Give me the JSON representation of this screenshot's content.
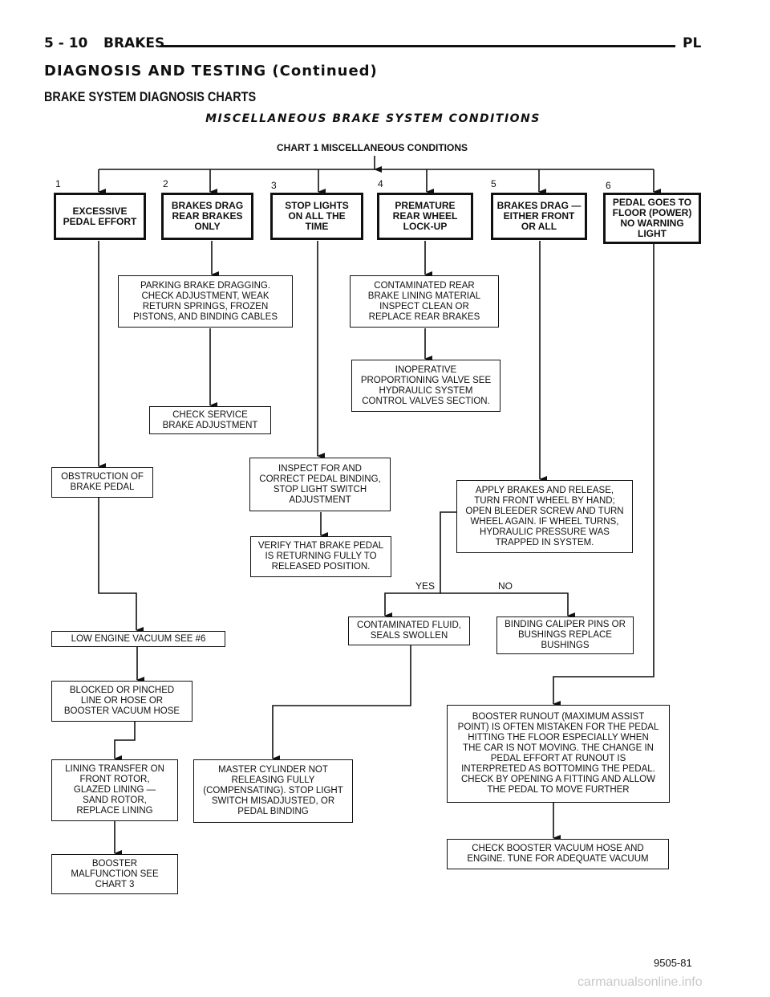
{
  "header": {
    "page": "5 - 10",
    "section": "BRAKES",
    "model": "PL"
  },
  "section_title": "DIAGNOSIS AND TESTING (Continued)",
  "subtitle": "BRAKE SYSTEM DIAGNOSIS CHARTS",
  "chart_heading": "MISCELLANEOUS BRAKE SYSTEM CONDITIONS",
  "chart_title": "CHART 1  MISCELLANEOUS CONDITIONS",
  "condition_numbers": [
    "1",
    "2",
    "3",
    "4",
    "5",
    "6"
  ],
  "conditions": [
    "EXCESSIVE\nPEDAL EFFORT",
    "BRAKES DRAG\nREAR BRAKES\nONLY",
    "STOP LIGHTS\nON ALL THE\nTIME",
    "PREMATURE\nREAR WHEEL\nLOCK-UP",
    "BRAKES DRAG —\nEITHER FRONT\nOR ALL",
    "PEDAL GOES TO\nFLOOR (POWER)\nNO WARNING\nLIGHT"
  ],
  "steps": {
    "parking_brake": "PARKING BRAKE DRAGGING.\nCHECK ADJUSTMENT, WEAK\nRETURN SPRINGS, FROZEN\nPISTONS, AND BINDING CABLES",
    "check_service": "CHECK SERVICE\nBRAKE ADJUSTMENT",
    "contaminated_rear": "CONTAMINATED REAR\nBRAKE LINING MATERIAL\nINSPECT CLEAN OR\nREPLACE REAR BRAKES",
    "inoperative_prop": "INOPERATIVE\nPROPORTIONING VALVE SEE\nHYDRAULIC SYSTEM\nCONTROL VALVES SECTION.",
    "obstruction": "OBSTRUCTION OF\nBRAKE PEDAL",
    "inspect_pedal": "INSPECT FOR AND\nCORRECT PEDAL BINDING,\nSTOP LIGHT SWITCH\nADJUSTMENT",
    "verify_pedal": "VERIFY THAT BRAKE PEDAL\nIS RETURNING FULLY TO\nRELEASED POSITION.",
    "apply_brakes": "APPLY BRAKES AND RELEASE,\nTURN FRONT WHEEL BY HAND;\nOPEN BLEEDER SCREW AND TURN\nWHEEL AGAIN. IF WHEEL TURNS,\nHYDRAULIC PRESSURE WAS\nTRAPPED IN SYSTEM.",
    "low_vacuum": "LOW ENGINE VACUUM SEE #6",
    "contaminated_fluid": "CONTAMINATED FLUID,\nSEALS SWOLLEN",
    "binding_caliper": "BINDING CALIPER PINS OR\nBUSHINGS REPLACE\nBUSHINGS",
    "blocked_line": "BLOCKED OR PINCHED\nLINE OR HOSE OR\nBOOSTER VACUUM HOSE",
    "booster_runout": "BOOSTER RUNOUT (MAXIMUM ASSIST\nPOINT) IS OFTEN MISTAKEN FOR THE PEDAL\nHITTING THE FLOOR ESPECIALLY WHEN\nTHE CAR IS NOT MOVING. THE CHANGE IN\nPEDAL EFFORT AT RUNOUT IS\nINTERPRETED AS BOTTOMING THE PEDAL.\nCHECK BY OPENING A FITTING AND ALLOW\nTHE PEDAL TO MOVE FURTHER",
    "lining_transfer": "LINING TRANSFER ON\nFRONT ROTOR,\nGLAZED LINING —\nSAND ROTOR,\nREPLACE LINING",
    "master_cylinder": "MASTER CYLINDER NOT\nRELEASING FULLY\n(COMPENSATING). STOP LIGHT\nSWITCH MISADJUSTED, OR\nPEDAL BINDING",
    "check_booster": "CHECK BOOSTER VACUUM HOSE AND\nENGINE. TUNE FOR ADEQUATE VACUUM",
    "booster_malfunction": "BOOSTER\nMALFUNCTION SEE\nCHART 3"
  },
  "labels": {
    "yes": "YES",
    "no": "NO"
  },
  "figure_id": "9505-81",
  "watermark": "carmanualsonline.info"
}
